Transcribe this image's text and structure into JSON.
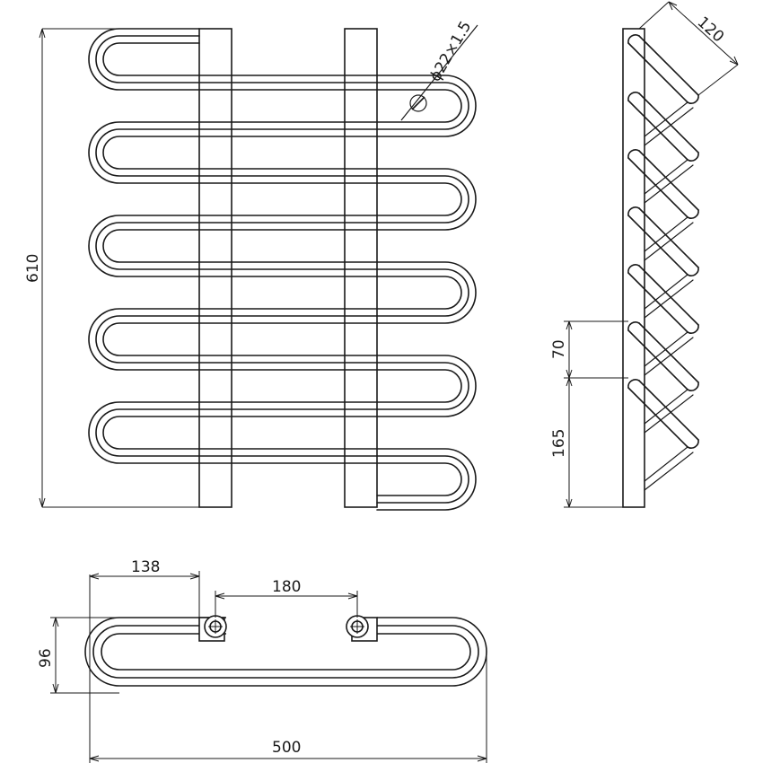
{
  "drawing": {
    "line_color": "#1a1a1a",
    "background": "#ffffff"
  },
  "front_view": {
    "height_label": "610",
    "tube_label": "ϕ22×1.5"
  },
  "side_view": {
    "depth_label": "120",
    "pitch_label": "70",
    "bottom_label": "165"
  },
  "top_view": {
    "offset_label": "138",
    "center_label": "180",
    "depth_label": "96",
    "width_label": "500"
  }
}
